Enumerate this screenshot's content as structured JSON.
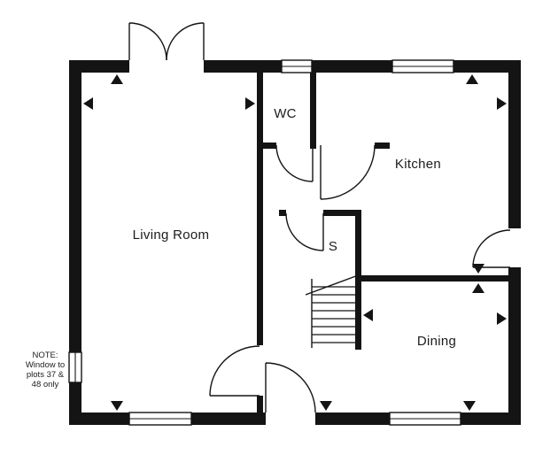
{
  "plan": {
    "kind": "floor-plan"
  },
  "rooms": {
    "living_room": "Living Room",
    "wc": "WC",
    "kitchen": "Kitchen",
    "store": "S",
    "dining": "Dining"
  },
  "note": {
    "lines": [
      "NOTE:",
      "Window to",
      "plots 37 &",
      "48 only"
    ]
  },
  "colors": {
    "wall": "#141414",
    "background": "#ffffff",
    "text": "#1c1c1c"
  },
  "icons": {
    "window_marker": "solid-triangle",
    "stair_symbol": "treads-with-break-line",
    "door_symbol": "quarter-arc-swing"
  }
}
